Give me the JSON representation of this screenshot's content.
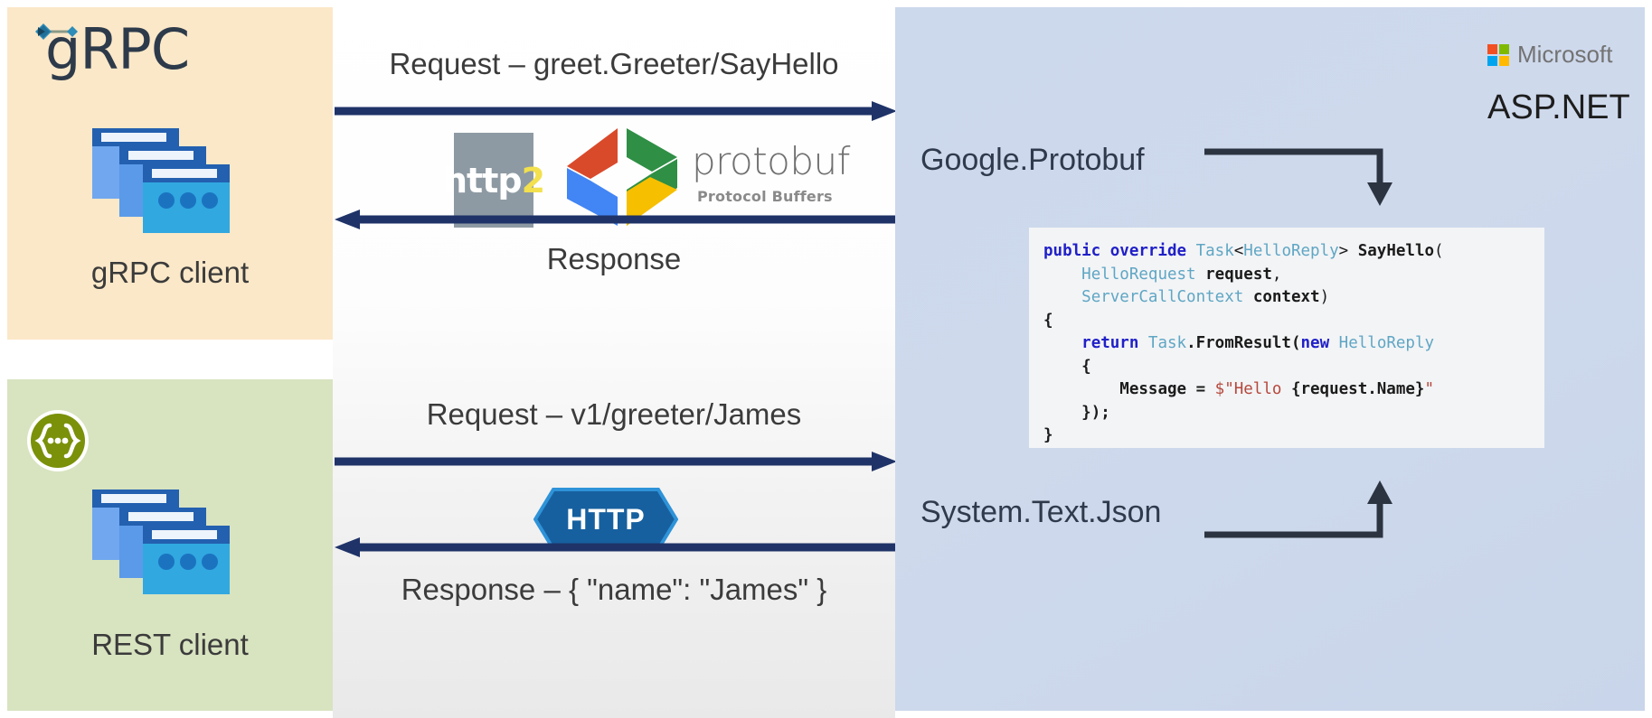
{
  "title": "gRPC and REST clients calling an ASP.NET server",
  "colors": {
    "grpc_panel_bg": "#fbe8c8",
    "rest_panel_bg": "#d8e3c0",
    "server_panel_bg": "#ccd8ec",
    "arrow": "#1f3368",
    "http_badge": "#17609f",
    "http_badge_border": "#2e93d9",
    "api_badge": "#7a9109",
    "http2_bg": "#8e9aa3",
    "http2_digit": "#f2e04e",
    "code_bg": "#f3f4f6",
    "keyword": "#2020c8",
    "type": "#5fa6c4",
    "string": "#b5483c",
    "ms_red": "#f25022",
    "ms_green": "#7fba00",
    "ms_blue": "#00a4ef",
    "ms_yellow": "#ffb900"
  },
  "grpc_client": {
    "logo_text": "gRPC",
    "caption": "gRPC client",
    "icon_name": "stacked-windows-icon",
    "logo_icon_name": "grpc-network-icon"
  },
  "rest_client": {
    "caption": "REST client",
    "icon_name": "stacked-windows-icon",
    "badge_icon_name": "api-braces-icon"
  },
  "grpc_flow": {
    "request_label": "Request – greet.Greeter/SayHello",
    "response_label": "Response",
    "protocol_badge": {
      "prefix": "http",
      "digit": "2"
    },
    "serializer": {
      "name": "protobuf",
      "subtitle": "Protocol Buffers"
    }
  },
  "rest_flow": {
    "request_label": "Request – v1/greeter/James",
    "response_label": "Response – { \"name\": \"James\" }",
    "protocol_badge": "HTTP"
  },
  "server": {
    "protobuf_label": "Google.Protobuf",
    "json_label": "System.Text.Json",
    "brand": {
      "vendor": "Microsoft",
      "product": "ASP.NET"
    },
    "code": {
      "lines": [
        "public override Task<HelloReply> SayHello(",
        "    HelloRequest request,",
        "    ServerCallContext context)",
        "{",
        "    return Task.FromResult(new HelloReply",
        "    {",
        "        Message = $\"Hello {request.Name}\"",
        "    });",
        "}"
      ]
    }
  }
}
